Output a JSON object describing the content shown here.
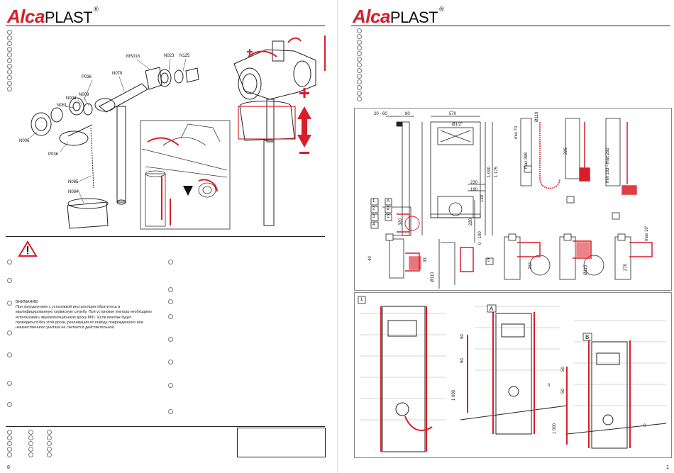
{
  "brand": {
    "name_red": "Alca",
    "name_black": "PLAST",
    "reg": "®"
  },
  "left_page": {
    "part_labels": [
      "MS018",
      "N023",
      "N125",
      "P036",
      "N079",
      "N008",
      "N009",
      "N081",
      "N006",
      "P036",
      "N085",
      "N084"
    ],
    "ru_warning_title": "ВНИМАНИЕ!",
    "ru_warning_text": "При затруднениях с установкой инсталляции обратитесь в квалифицированную сервисную службу. При установке унитаза необходимо использовать звукоизоляционную доску M91. Если монтаж будет проводиться без этой доски, рекламация по поводу поврежденного или некачественного унитаза не считается действительной.",
    "page_number": "8"
  },
  "right_page": {
    "dims": [
      "20 - 60",
      "80",
      "570",
      "Ø1/2\"",
      "1 000",
      "1 175",
      "230",
      "180",
      "130",
      "0 - 100",
      "320",
      "220",
      "min 70",
      "Ø110",
      "max 398",
      "295",
      "min 183 - max 292",
      "max 10°",
      "40",
      "33",
      "212",
      "Ø110",
      "270",
      "Ø110"
    ],
    "steps": [
      "1",
      "2",
      "3",
      "4",
      "5"
    ],
    "letters": [
      "A",
      "B",
      "C"
    ],
    "install_labels": [
      "A",
      "B",
      "1"
    ],
    "install_dims": [
      "50",
      "50",
      "1 000",
      "0",
      "50",
      "50",
      "1 000",
      "0"
    ],
    "page_number": "1"
  }
}
